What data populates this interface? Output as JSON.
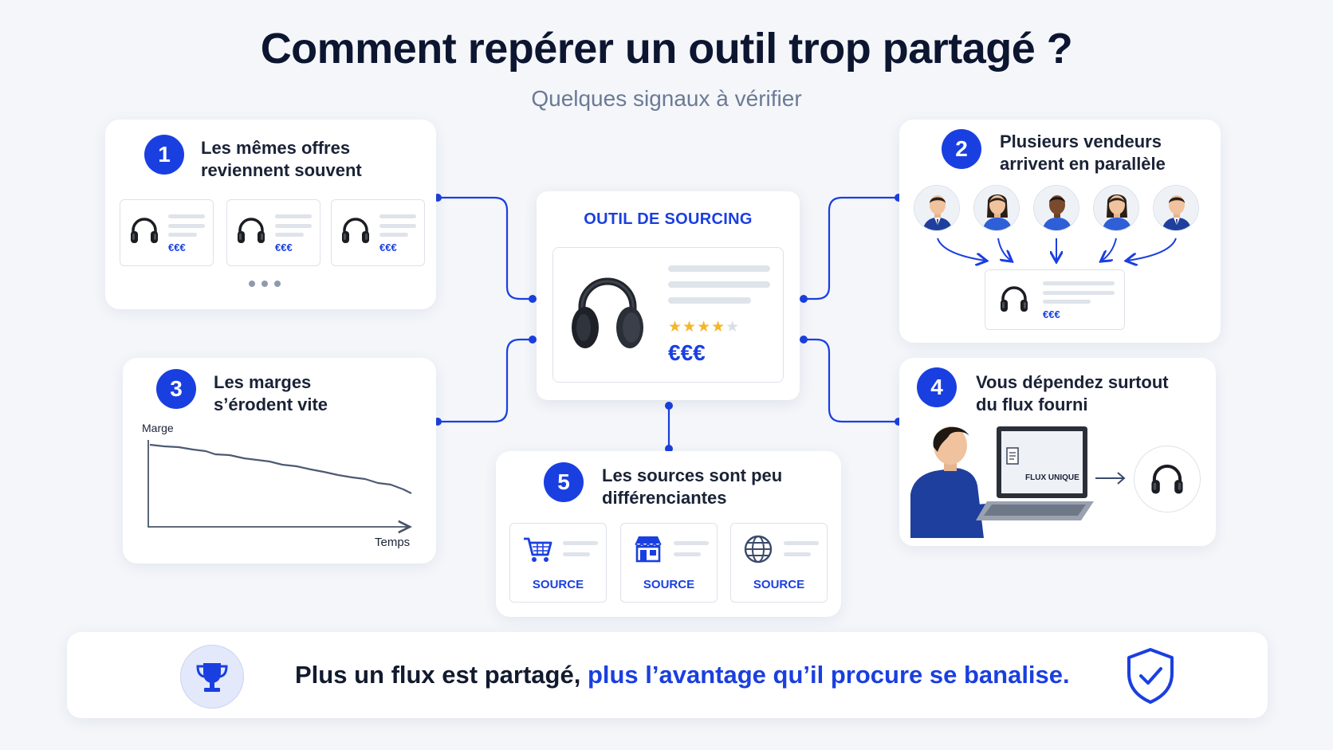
{
  "header": {
    "title": "Comment repérer un outil trop partagé ?",
    "subtitle": "Quelques signaux à vérifier"
  },
  "center": {
    "title": "OUTIL DE SOURCING",
    "price": "€€€",
    "rating_stars": 4,
    "rating_max": 5
  },
  "signals": [
    {
      "number": "1",
      "title_line1": "Les mêmes offres",
      "title_line2": "reviennent souvent",
      "price_label": "€€€"
    },
    {
      "number": "2",
      "title_line1": "Plusieurs vendeurs",
      "title_line2": "arrivent en parallèle",
      "price_label": "€€€"
    },
    {
      "number": "3",
      "title_line1": "Les marges",
      "title_line2": "s’érodent vite",
      "y_label": "Marge",
      "x_label": "Temps"
    },
    {
      "number": "4",
      "title_line1": "Vous dépendez surtout",
      "title_line2": "du flux fourni",
      "screen_label": "FLUX UNIQUE"
    },
    {
      "number": "5",
      "title_line1": "Les sources sont peu",
      "title_line2": "différenciantes",
      "source_label": "SOURCE"
    }
  ],
  "footer": {
    "text_part1": "Plus un flux est partagé,",
    "text_part2": "plus l’avantage qu’il procure se banalise."
  },
  "colors": {
    "accent": "#1a3fe0",
    "star": "#f4b52a",
    "background": "#f4f6fa"
  },
  "icons": [
    "headphones-icon",
    "person-icon",
    "cart-icon",
    "store-icon",
    "globe-icon",
    "trophy-icon",
    "shield-check-icon",
    "document-icon"
  ]
}
